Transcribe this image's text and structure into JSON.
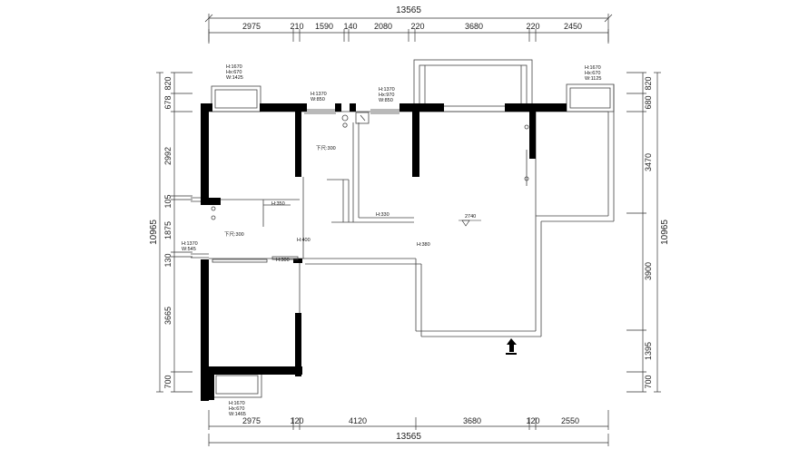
{
  "dimensions": {
    "top_total": "13565",
    "top_segments": [
      "2975",
      "210",
      "1590",
      "140",
      "2080",
      "220",
      "3680",
      "220",
      "2450"
    ],
    "bottom_total": "13565",
    "bottom_segments": [
      "2975",
      "120",
      "4120",
      "3680",
      "120",
      "2550"
    ],
    "left_total": "10965",
    "left_segments": [
      "820",
      "678",
      "2992",
      "105",
      "1875",
      "130",
      "3665",
      "700"
    ],
    "right_total": "10965",
    "right_segments": [
      "820",
      "680",
      "3470",
      "3900",
      "1395",
      "700"
    ]
  },
  "annotations": {
    "win_top_left": [
      "H:1670",
      "Hx:670",
      "W:1425"
    ],
    "win_top_mid": [
      "H:1370",
      "W:850"
    ],
    "win_top_mid2": [
      "H:1370",
      "Hx:970",
      "W:850"
    ],
    "win_top_right": [
      "H:1670",
      "Hx:670",
      "W:1125"
    ],
    "win_left": [
      "H:1370",
      "W:545"
    ],
    "win_bottom": [
      "H:1670",
      "Hx:670",
      "W:1465"
    ],
    "ceiling_1": "下尺:300",
    "ceiling_2": "下尺:300",
    "h_350": "H:350",
    "h_330": "H:330",
    "h_400": "H:400",
    "h_300": "H:300",
    "h_380": "H:380",
    "living_2740": "2740"
  },
  "entrance_icon": "entrance-arrow-icon"
}
